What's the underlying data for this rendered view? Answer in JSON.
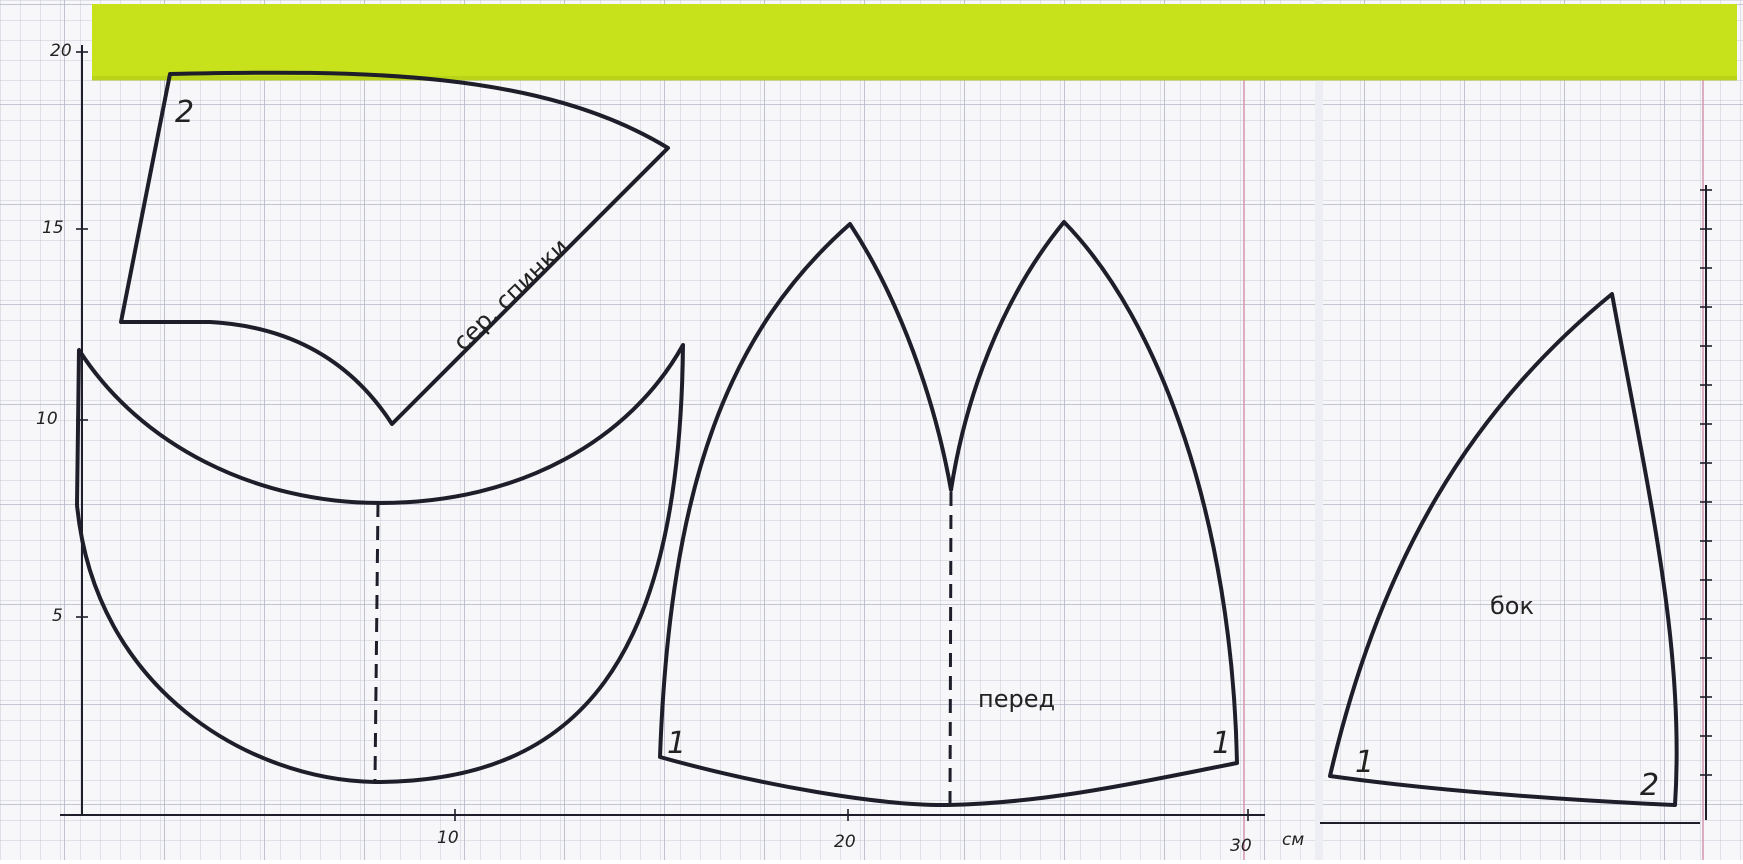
{
  "colors": {
    "paper": "#f7f7f9",
    "grid": "#c9cbd6",
    "grid_major": "#b8bac8",
    "ink": "#1e1e2a",
    "margin_line": "#d79ab3",
    "ruler_strip": "#c7e21a"
  },
  "axes": {
    "y_ticks": [
      "20",
      "15",
      "10",
      "5"
    ],
    "x_ticks": [
      "10",
      "20",
      "30"
    ],
    "x_unit": "см"
  },
  "pieces": {
    "back": {
      "label": "сер. спинки",
      "marks": [
        "2"
      ]
    },
    "cup_bottom": {
      "marks": []
    },
    "front": {
      "label": "перед",
      "marks": [
        "1",
        "1"
      ]
    },
    "side": {
      "label": "бок",
      "marks": [
        "1",
        "2"
      ]
    }
  }
}
